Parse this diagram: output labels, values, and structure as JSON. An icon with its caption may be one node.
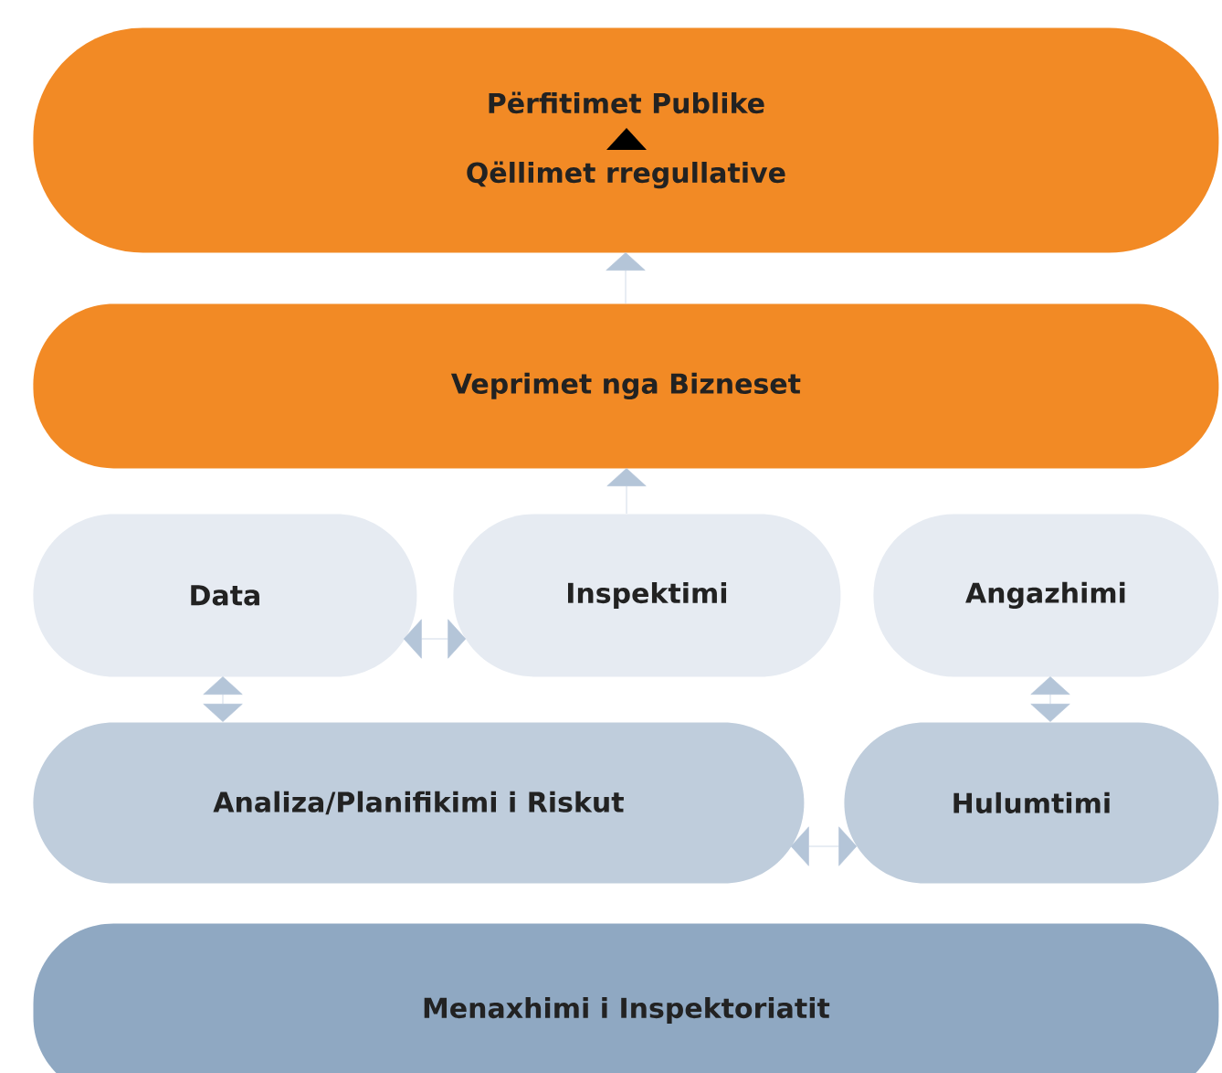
{
  "diagram": {
    "nodes": [
      {
        "text": [
          "Përfitimet Publike",
          "Qëllimet rregullative"
        ]
      },
      {
        "text": [
          "Veprimet nga Bizneset"
        ]
      },
      {
        "text": [
          "Data"
        ]
      },
      {
        "text": [
          "Inspektimi"
        ]
      },
      {
        "text": [
          "Angazhimi"
        ]
      },
      {
        "text": [
          "Analiza/Planifikimi i Riskut"
        ]
      },
      {
        "text": [
          "Hulumtimi"
        ]
      },
      {
        "text": [
          "Menaxhimi i Inspektoriatit"
        ]
      }
    ],
    "edges": [
      {
        "from": 1,
        "to": 0,
        "arrow": "to"
      },
      {
        "from": 3,
        "to": 1,
        "arrow": "to"
      },
      {
        "from": 2,
        "to": 3,
        "arrow": "both"
      },
      {
        "from": 2,
        "to": 5,
        "arrow": "both"
      },
      {
        "from": 4,
        "to": 6,
        "arrow": "both"
      },
      {
        "from": 5,
        "to": 6,
        "arrow": "both"
      }
    ]
  }
}
